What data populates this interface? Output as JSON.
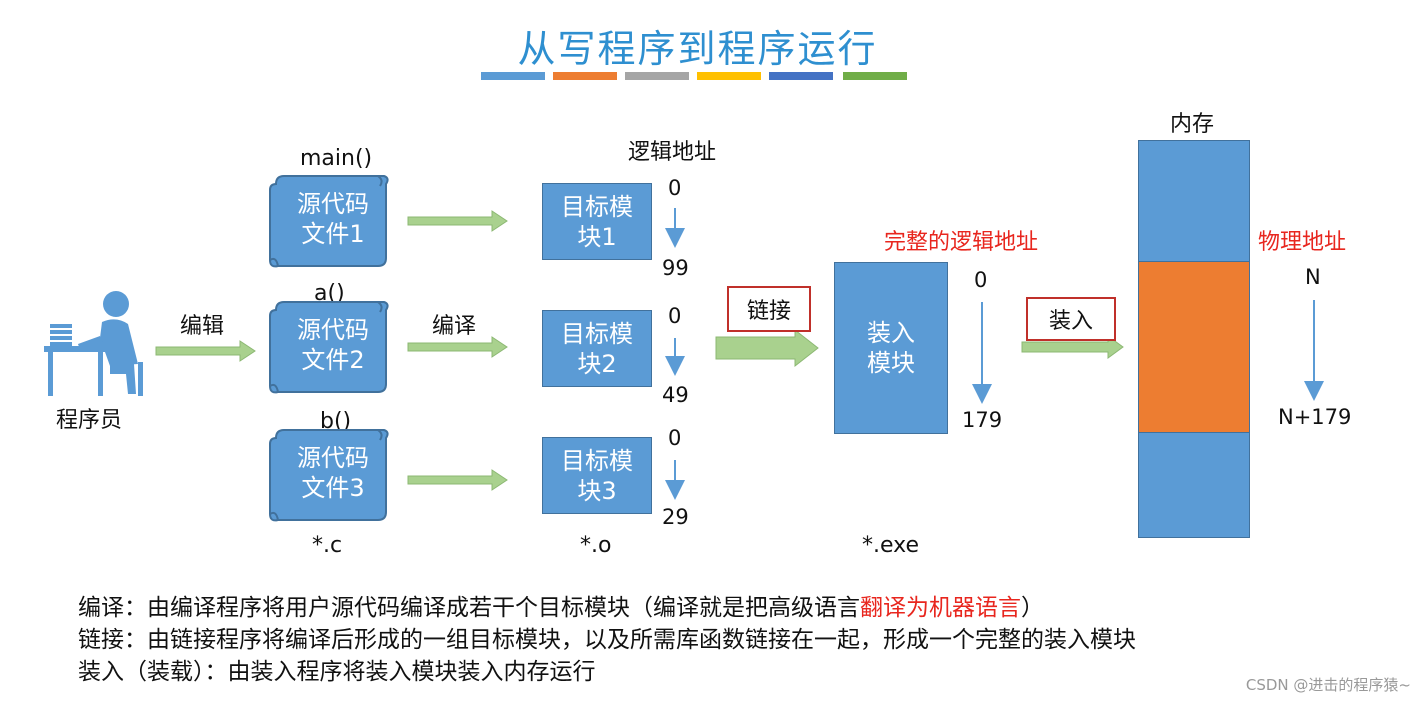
{
  "title": "从写程序到程序运行",
  "title_bar_colors": [
    "#5b9bd5",
    "#ed7d31",
    "#a5a5a5",
    "#ffc000",
    "#4472c4",
    "#70ad47"
  ],
  "programmer": {
    "label": "程序员",
    "edit_label": "编辑"
  },
  "sources": [
    {
      "func": "main()",
      "line1": "源代码",
      "line2": "文件1"
    },
    {
      "func": "a()",
      "line1": "源代码",
      "line2": "文件2"
    },
    {
      "func": "b()",
      "line1": "源代码",
      "line2": "文件3"
    }
  ],
  "compile_label": "编译",
  "logical_address_label": "逻辑地址",
  "modules": [
    {
      "line1": "目标模",
      "line2": "块1",
      "start": "0",
      "end": "99"
    },
    {
      "line1": "目标模",
      "line2": "块2",
      "start": "0",
      "end": "49"
    },
    {
      "line1": "目标模",
      "line2": "块3",
      "start": "0",
      "end": "29"
    }
  ],
  "link_label": "链接",
  "complete_logical_label": "完整的逻辑地址",
  "load_module": {
    "line1": "装入",
    "line2": "模块",
    "start": "0",
    "end": "179"
  },
  "load_label": "装入",
  "memory": {
    "label": "内存",
    "physical_label": "物理地址",
    "start": "N",
    "end": "N+179"
  },
  "colors": {
    "box": "#5b9bd5",
    "memory_highlight": "#ed7d31",
    "arrow": "#a9d18e",
    "red": "#e8261e"
  },
  "captions": {
    "c": "*.c",
    "o": "*.o",
    "exe": "*.exe"
  },
  "footer": {
    "line1_prefix": "编译：由编译程序将用户源代码编译成若干个目标模块（编译就是把高级语言",
    "line1_red": "翻译为机器语言",
    "line1_suffix": "）",
    "line2": "链接：由链接程序将编译后形成的一组目标模块，以及所需库函数链接在一起，形成一个完整的装入模块",
    "line3": "装入（装载）：由装入程序将装入模块装入内存运行"
  },
  "watermark": "CSDN @进击的程序猿~"
}
